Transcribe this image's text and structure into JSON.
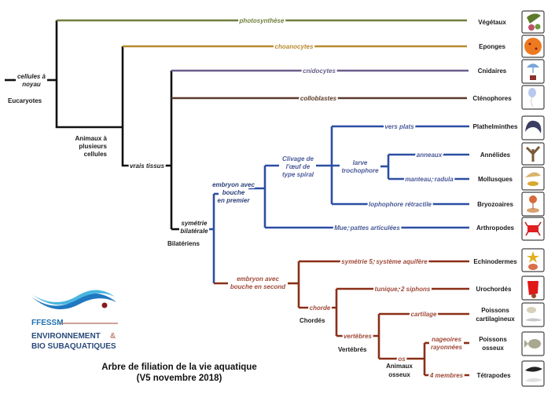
{
  "title": {
    "line1": "Arbre de filiation de la vie aquatique",
    "line2": "(V5 novembre 2018)"
  },
  "logo": {
    "brand": "FFESSM",
    "line1": "ENVIRONNEMENT",
    "amp": "&",
    "line2": "BIO SUBAQUATIQUES"
  },
  "colors": {
    "vegetaux": "#6f7d3c",
    "eponges": "#b88a2e",
    "cnidaires": "#6a5d8c",
    "ctenophores": "#5b3a2b",
    "protostomes": "#2c4fa3",
    "deuterostomes": "#8a2f17"
  },
  "root": {
    "trait": [
      "cellules à",
      "noyau"
    ],
    "group": "Eucaryotes"
  },
  "groups": {
    "animaux": [
      "Animaux à",
      "plusieurs",
      "cellules"
    ],
    "bilateriens": "Bilatériens",
    "chordes": "Chordés",
    "vertebres": "Vertébrés",
    "animaux_osseux": [
      "Animaux",
      "osseux"
    ]
  },
  "traits": {
    "photosynthese": "photosynthèse",
    "choanocytes": "choanocytes",
    "vrais_tissus": "vrais tissus",
    "cnidocytes": "cnidocytes",
    "colloblastes": "colloblastes",
    "symetrie_bilaterale": [
      "symétrie",
      "bilatérale"
    ],
    "bouche_premier": [
      "embryon avec",
      "bouche",
      "en premier"
    ],
    "clivage": [
      "Clivage de",
      "l'œuf de",
      "type spiral"
    ],
    "vers_plats": "vers plats",
    "larve": [
      "larve",
      "trochophore"
    ],
    "anneaux": "anneaux",
    "manteau": "manteau, radula",
    "lophophore": "lophophore rétractile",
    "mue": "Mue, pattes articulées",
    "bouche_second": [
      "embryon avec",
      "bouche en second"
    ],
    "symetrie5": "symétrie 5, système aquifère",
    "chorde": "chorde",
    "tunique": "tunique, 2 siphons",
    "vertebres": "vertèbres",
    "cartilage": "cartilage",
    "os": "os",
    "nageoires": [
      "nageoires",
      "rayonnées"
    ],
    "membres": "4 membres"
  },
  "leaves": {
    "vegetaux": "Végétaux",
    "eponges": "Eponges",
    "cnidaires": "Cnidaires",
    "ctenophores": "Cténophores",
    "plathelminthes": "Plathelminthes",
    "annelides": "Annélides",
    "mollusques": "Mollusques",
    "bryozoaires": "Bryozoaires",
    "arthropodes": "Arthropodes",
    "echinodermes": "Echinodermes",
    "urochordes": "Urochordés",
    "poissons_cart": [
      "Poissons",
      "cartilagineux"
    ],
    "poissons_osseux": [
      "Poissons",
      "osseux"
    ],
    "tetrapodes": "Tétrapodes"
  }
}
